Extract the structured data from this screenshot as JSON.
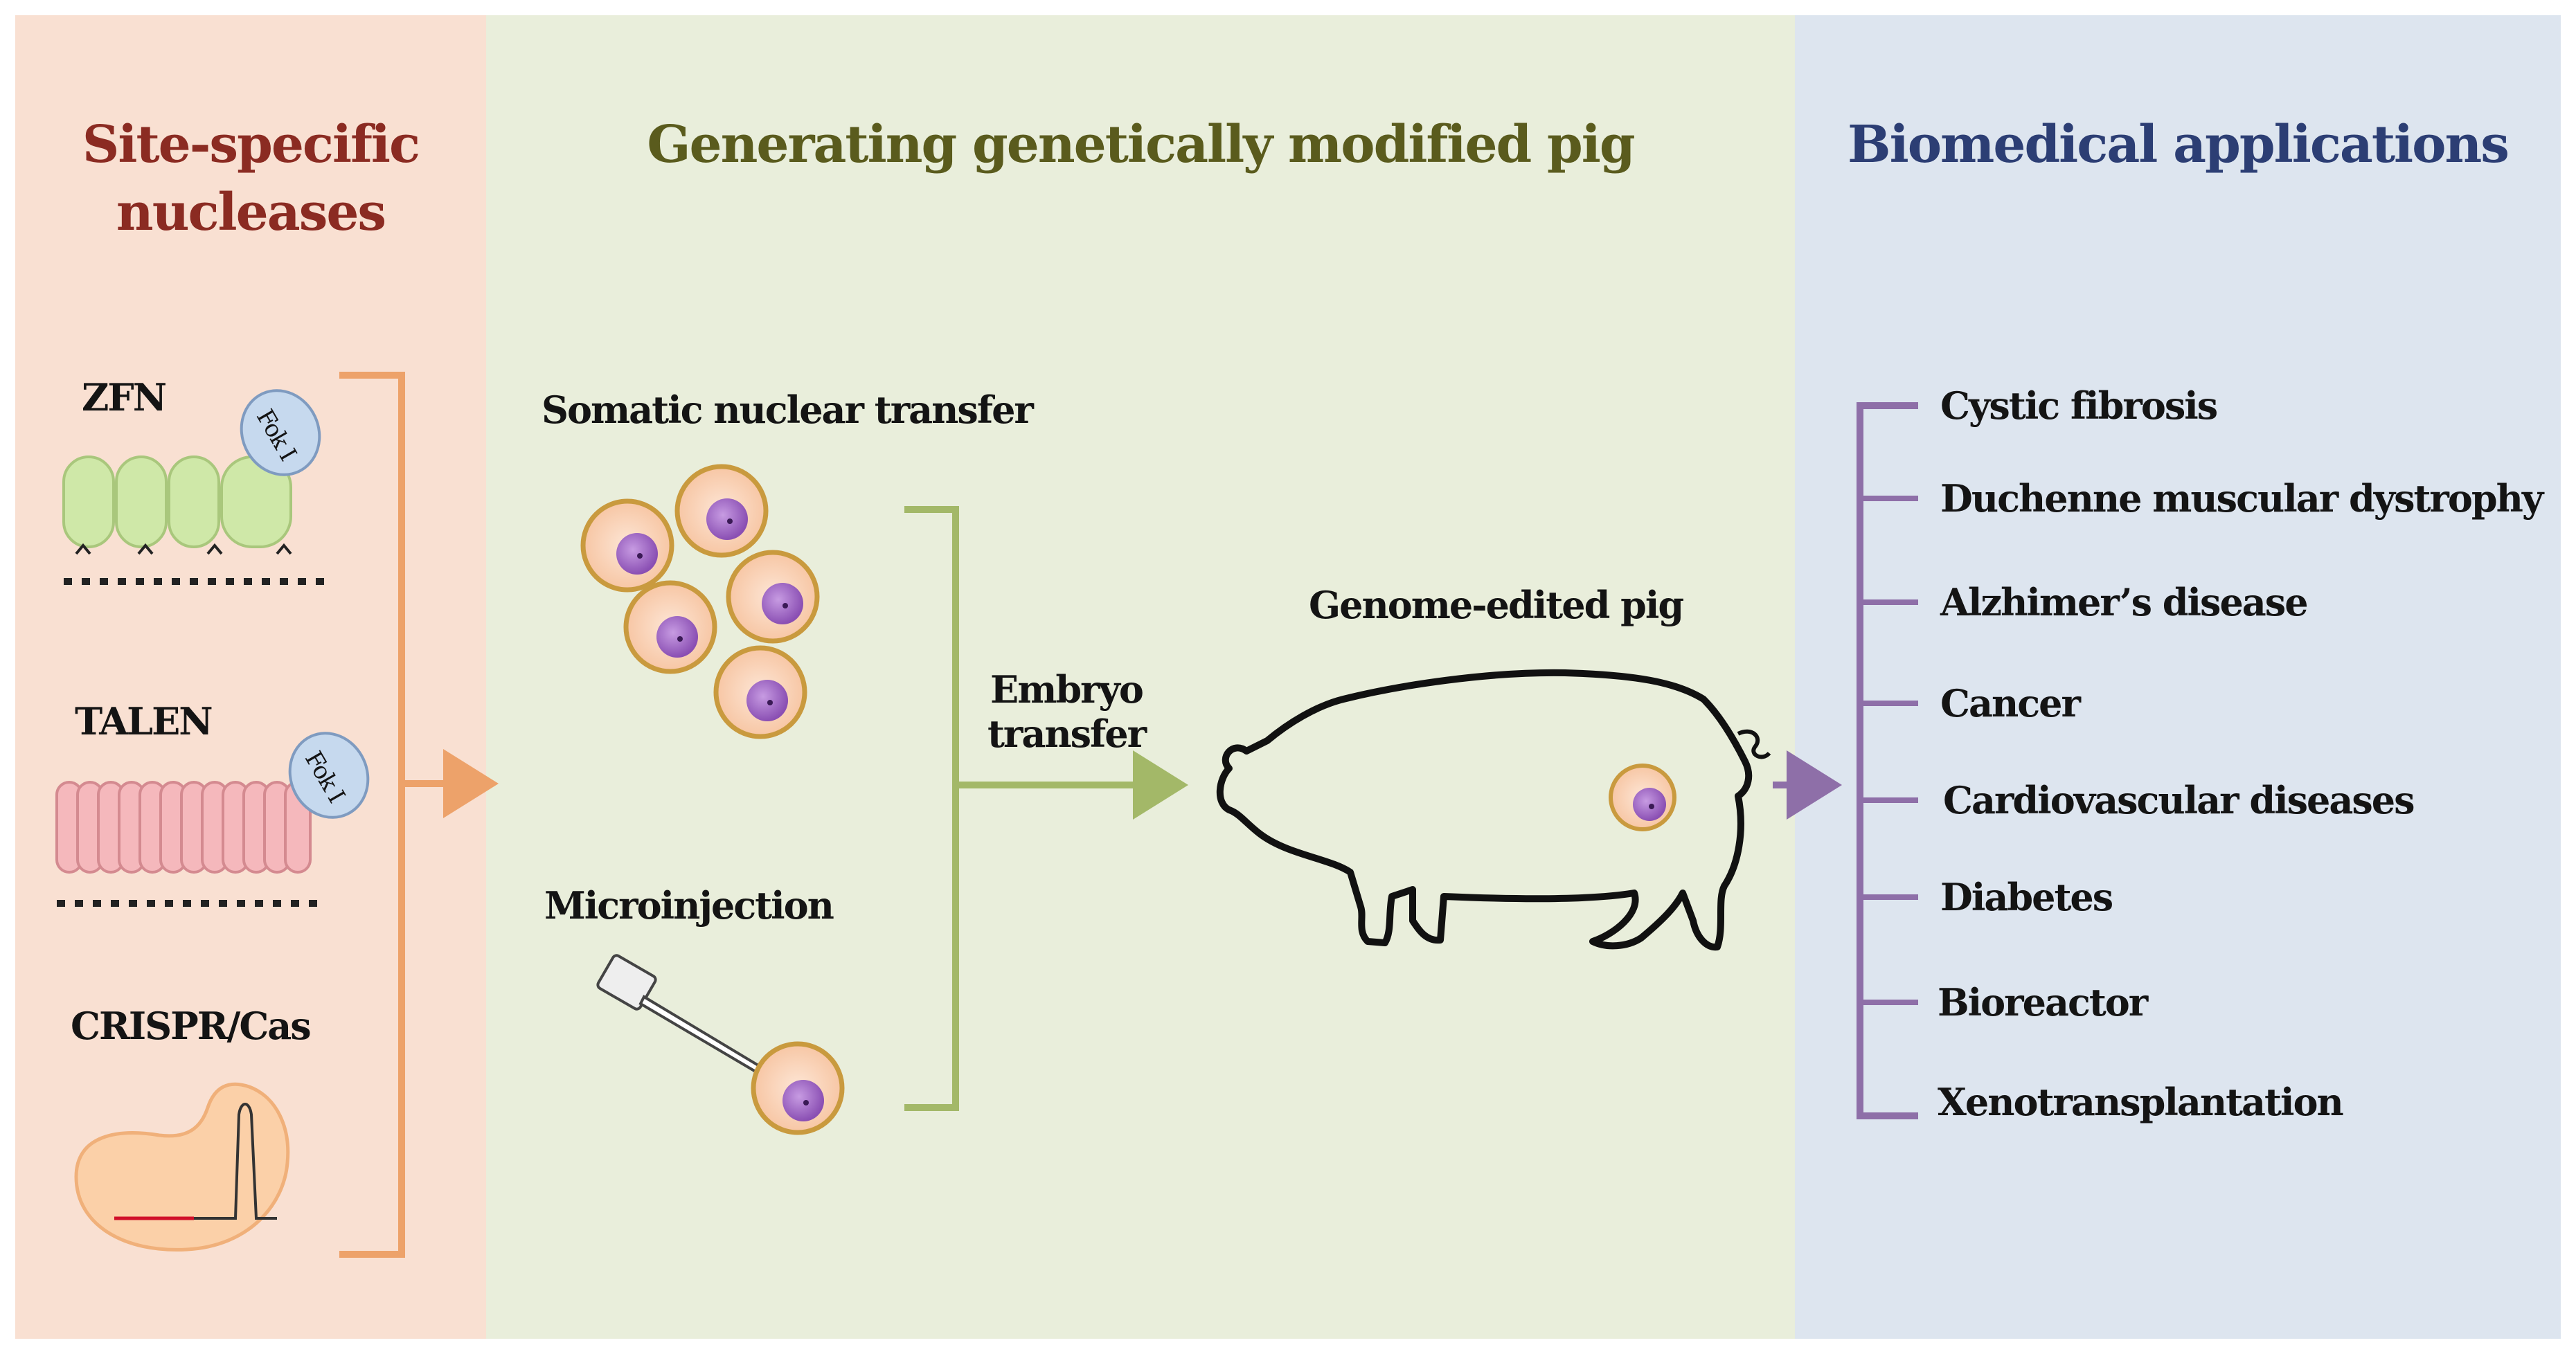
{
  "panels": {
    "left": {
      "title_line1": "Site-specific",
      "title_line2": "nucleases"
    },
    "middle": {
      "title": "Generating genetically modified pig"
    },
    "right": {
      "title": "Biomedical applications"
    }
  },
  "nucleases": [
    {
      "label": "ZFN",
      "domain_label": "Fok I"
    },
    {
      "label": "TALEN",
      "domain_label": "Fok I"
    },
    {
      "label": "CRISPR/Cas"
    }
  ],
  "methods": {
    "somatic": "Somatic nuclear transfer",
    "microinjection": "Microinjection",
    "embryo_line1": "Embryo",
    "embryo_line2": "transfer",
    "result": "Genome-edited pig"
  },
  "applications": [
    "Cystic fibrosis",
    "Duchenne muscular dystrophy",
    "Alzhimer’s disease",
    "Cancer",
    "Cardiovascular diseases",
    "Diabetes",
    "Bioreactor",
    "Xenotransplantation"
  ],
  "colors": {
    "left_panel": "#f9e0d2",
    "middle_panel": "#e9eedb",
    "right_panel": "#dde5ef",
    "orange_bracket": "#eda26a",
    "green_bracket": "#a3b868",
    "purple_bracket": "#8e6fa8",
    "cell_ring": "#c99a3e",
    "cell_fill": "#fbd3b8",
    "nucleus": "#9b5fc0"
  }
}
